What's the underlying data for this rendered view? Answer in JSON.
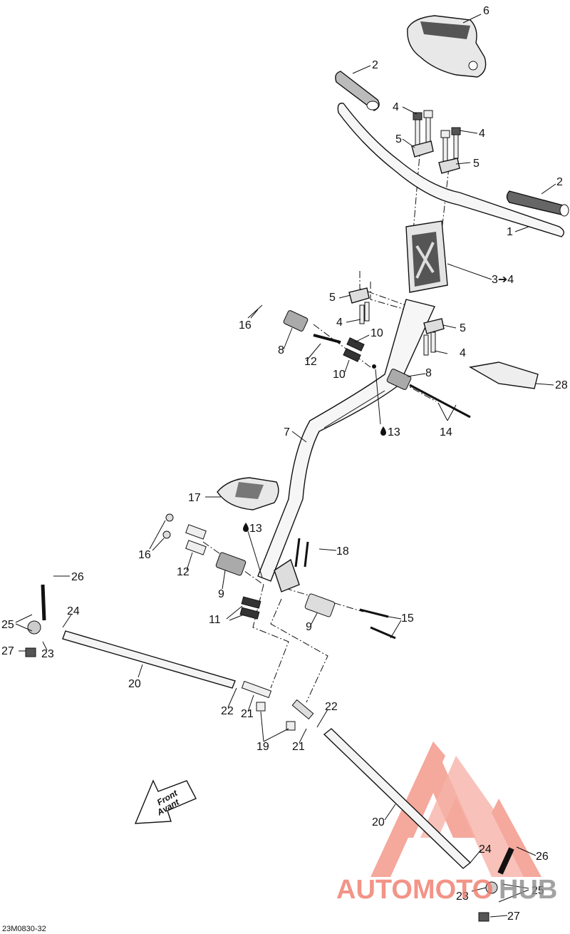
{
  "callouts": [
    {
      "id": "c6",
      "text": "6"
    },
    {
      "id": "c2a",
      "text": "2"
    },
    {
      "id": "c4a",
      "text": "4"
    },
    {
      "id": "c4b",
      "text": "4"
    },
    {
      "id": "c5a",
      "text": "5"
    },
    {
      "id": "c5b",
      "text": "5"
    },
    {
      "id": "c2b",
      "text": "2"
    },
    {
      "id": "c1",
      "text": "1"
    },
    {
      "id": "c34",
      "text": "3➔4"
    },
    {
      "id": "c5c",
      "text": "5"
    },
    {
      "id": "c16a",
      "text": "16"
    },
    {
      "id": "c4c",
      "text": "4"
    },
    {
      "id": "c10a",
      "text": "10"
    },
    {
      "id": "c5d",
      "text": "5"
    },
    {
      "id": "c8a",
      "text": "8"
    },
    {
      "id": "c12a",
      "text": "12"
    },
    {
      "id": "c4d",
      "text": "4"
    },
    {
      "id": "c10b",
      "text": "10"
    },
    {
      "id": "c8b",
      "text": "8"
    },
    {
      "id": "c28",
      "text": "28"
    },
    {
      "id": "c7",
      "text": "7"
    },
    {
      "id": "c13a",
      "text": "13"
    },
    {
      "id": "c14",
      "text": "14"
    },
    {
      "id": "c17",
      "text": "17"
    },
    {
      "id": "c13b",
      "text": "13"
    },
    {
      "id": "c16b",
      "text": "16"
    },
    {
      "id": "c18",
      "text": "18"
    },
    {
      "id": "c12b",
      "text": "12"
    },
    {
      "id": "c26a",
      "text": "26"
    },
    {
      "id": "c9a",
      "text": "9"
    },
    {
      "id": "c24a",
      "text": "24"
    },
    {
      "id": "c25a",
      "text": "25"
    },
    {
      "id": "c11",
      "text": "11"
    },
    {
      "id": "c9b",
      "text": "9"
    },
    {
      "id": "c15",
      "text": "15"
    },
    {
      "id": "c27a",
      "text": "27"
    },
    {
      "id": "c23a",
      "text": "23"
    },
    {
      "id": "c20a",
      "text": "20"
    },
    {
      "id": "c22a",
      "text": "22"
    },
    {
      "id": "c21a",
      "text": "21"
    },
    {
      "id": "c22b",
      "text": "22"
    },
    {
      "id": "c19",
      "text": "19"
    },
    {
      "id": "c21b",
      "text": "21"
    },
    {
      "id": "c20b",
      "text": "20"
    },
    {
      "id": "c24b",
      "text": "24"
    },
    {
      "id": "c26b",
      "text": "26"
    },
    {
      "id": "c23b",
      "text": "23"
    },
    {
      "id": "c25b",
      "text": "25"
    },
    {
      "id": "c27b",
      "text": "27"
    }
  ],
  "front_arrow": {
    "line1": "Front",
    "line2": "Avant"
  },
  "drawing_ref": "23M0830-32",
  "watermark": {
    "text_red": "AUTOMOTO",
    "text_grey": "HUB",
    "color_red": "#f07a6a",
    "color_grey": "#8c8c8c"
  },
  "colors": {
    "line": "#111111",
    "part_fill": "#f4f4f4",
    "part_shade": "#9a9a9a",
    "dark_fill": "#444444"
  }
}
